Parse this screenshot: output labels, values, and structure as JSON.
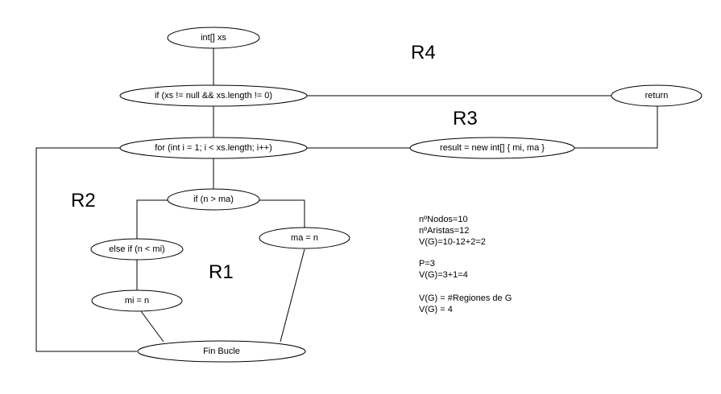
{
  "nodes": {
    "start": "int[] xs",
    "if_null": "if (xs != null && xs.length != 0)",
    "return": "return",
    "for_loop": "for (int i = 1; i < xs.length; i++)",
    "result": "result = new int[] { mi, ma }",
    "if_gt": "if (n > ma)",
    "else_if": "else if (n < mi)",
    "ma_assign": "ma = n",
    "mi_assign": "mi = n",
    "fin_bucle": "Fin Bucle"
  },
  "regions": {
    "r1": "R1",
    "r2": "R2",
    "r3": "R3",
    "r4": "R4"
  },
  "stats": {
    "nodos": "nºNodos=10",
    "aristas": "nºAristas=12",
    "vg_formula": "V(G)=10-12+2=2",
    "p": "P=3",
    "vg_p": "V(G)=3+1=4",
    "vg_regions": "V(G) = #Regiones de G",
    "vg_result": "V(G) = 4"
  }
}
